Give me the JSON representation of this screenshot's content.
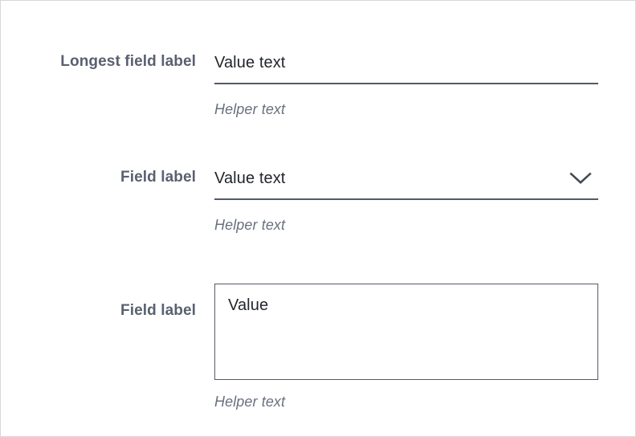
{
  "form": {
    "fields": [
      {
        "id": "text-input",
        "type": "text-input",
        "label": "Longest field label",
        "value": "Value text",
        "placeholder": "Value text",
        "helper": "Helper text"
      },
      {
        "id": "select",
        "type": "select",
        "label": "Field label",
        "value": "Value text",
        "placeholder": "Value text",
        "helper": "Helper text",
        "icon": "chevron-down-icon"
      },
      {
        "id": "textarea",
        "type": "textarea",
        "label": "Field label",
        "value": "Value",
        "placeholder": "Value",
        "helper": "Helper text"
      }
    ]
  },
  "colors": {
    "canvas_border": "#d4d8dd",
    "label_text": "#596070",
    "value_text": "#22262c",
    "helper_text": "#6a717e",
    "field_line": "#545a66",
    "background": "#ffffff"
  }
}
